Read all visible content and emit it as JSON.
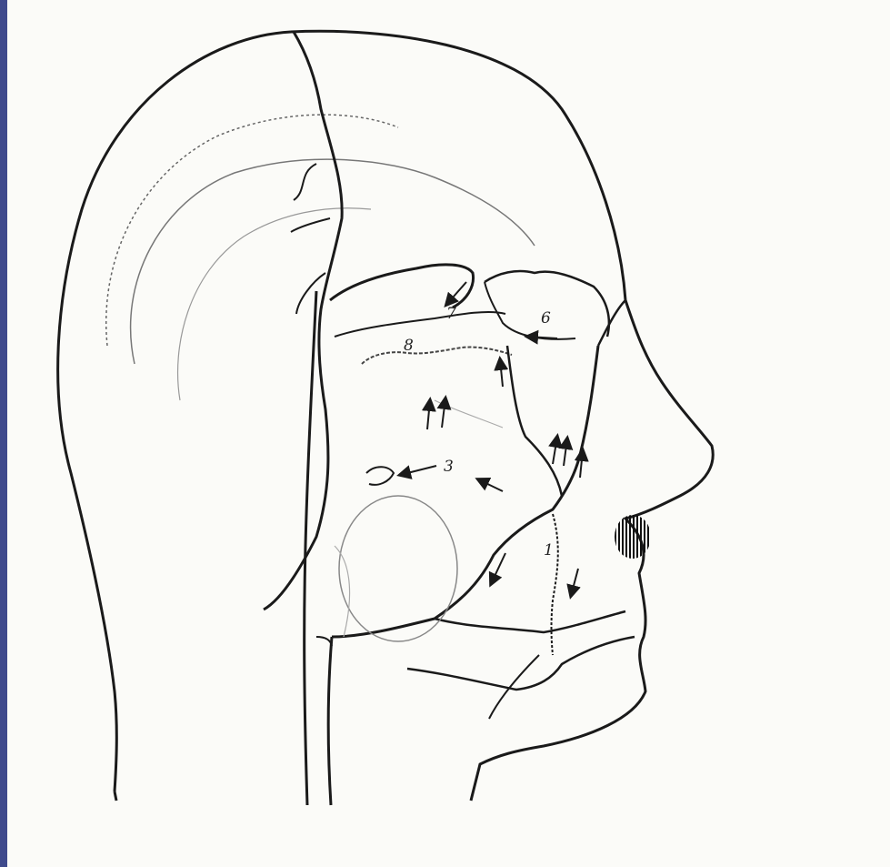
{
  "figure": {
    "labels": {
      "l1": "1",
      "l3": "3",
      "l6": "6",
      "l7": "7",
      "l8": "8"
    },
    "colors": {
      "background": "#fbfbf8",
      "ink": "#1a1a1a",
      "side_border": "#3f4a8c"
    }
  }
}
